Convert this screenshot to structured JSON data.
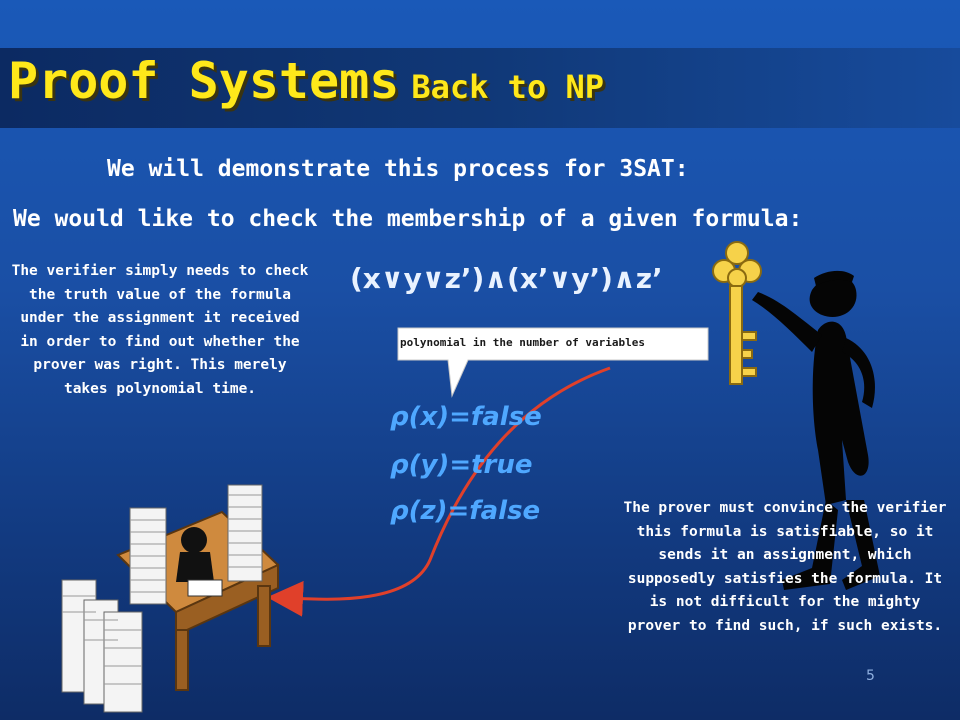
{
  "title": {
    "main": "Proof Systems",
    "sub": "Back to NP"
  },
  "lines": {
    "demonstrate": "We will demonstrate this process for 3SAT:",
    "membership": "We would like to check the membership of a given formula:"
  },
  "formula": "(x∨y∨z’)∧(x’∨y’)∧z’",
  "verifier_text": "The verifier simply needs to check the truth value of the formula under the assignment it received in order to find out whether the prover was right. This merely takes polynomial time.",
  "callout": "polynomial in the number of variables",
  "assignments": [
    "ρ(x)=false",
    "ρ(y)=true",
    "ρ(z)=false"
  ],
  "prover_text": "The prover must convince the verifier this formula is satisfiable, so it sends it an assignment, which supposedly satisfies the formula. It is not difficult for the mighty prover to find such, if such exists.",
  "slide_number": "5",
  "colors": {
    "title": "#ffe81a",
    "assignment": "#4fa8ff",
    "arrow": "#e0402a",
    "callout_bg": "#ffffff",
    "key": "#f6d24a"
  },
  "icons": [
    "desk-clerk-icon",
    "prover-stick-figure-icon",
    "golden-key-icon"
  ]
}
